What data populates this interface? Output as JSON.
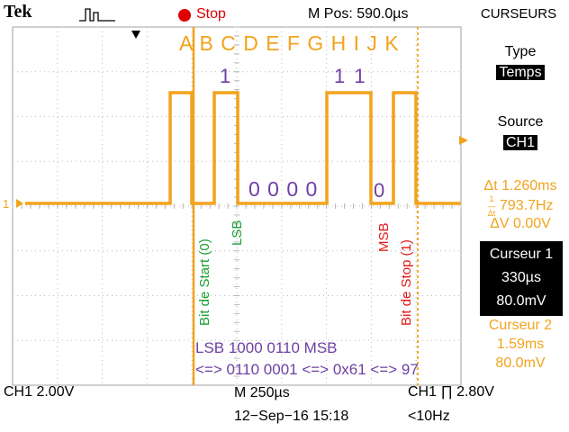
{
  "header": {
    "brand": "Tek",
    "trigger_icon": "pulse-trigger-icon",
    "status": "Stop",
    "status_color": "#e00000",
    "m_pos": "M Pos: 590.0µs",
    "menu_title": "CURSEURS"
  },
  "side_menu": {
    "type_label": "Type",
    "type_value": "Temps",
    "source_label": "Source",
    "source_value": "CH1",
    "delta_t": "Δt 1.260ms",
    "inv_delta_t": "793.7Hz",
    "delta_v": "ΔV 0.00V",
    "cursor1": {
      "label": "Curseur 1",
      "time": "330µs",
      "volt": "80.0mV"
    },
    "cursor2": {
      "label": "Curseur 2",
      "time": "1.59ms",
      "volt": "80.0mV"
    }
  },
  "annotations": {
    "bit_letters": "A B C D E F G H I J K",
    "bit_one_c": "1",
    "bit_ones_hi": "1 1",
    "bit_zeros": "0 0 0 0",
    "bit_zero_j": "0",
    "start_bit": "Bit de Start (0)",
    "lsb": "LSB",
    "msb": "MSB",
    "stop_bit": "Bit de Stop (1)",
    "line1": "LSB 1000 0110 MSB",
    "line2": "<=> 0110 0001 <=> 0x61 <=> 97"
  },
  "footer": {
    "ch1_scale": "CH1  2.00V",
    "timebase": "M 250µs",
    "datetime": "12−Sep−16 15:18",
    "trigger": "CH1 ∏ 2.80V",
    "freq": "<10Hz"
  },
  "colors": {
    "trace": "#f2a31c",
    "annotation": "#6e3fa3",
    "start": "#1a9e30",
    "stop": "#e01818"
  }
}
